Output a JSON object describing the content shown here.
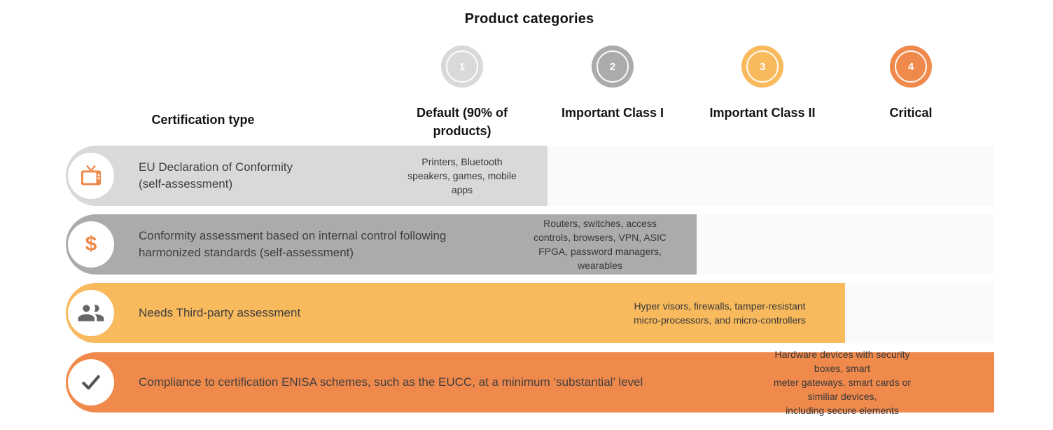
{
  "title": "Product categories",
  "header": {
    "certification_type": "Certification type",
    "categories": [
      {
        "number": "1",
        "label": "Default (90% of\nproducts)",
        "color": "#D9D9D9"
      },
      {
        "number": "2",
        "label": "Important Class I",
        "color": "#ABABAB"
      },
      {
        "number": "3",
        "label": "Important Class II",
        "color": "#F8BA5D"
      },
      {
        "number": "4",
        "label": "Critical",
        "color": "#F08A4C"
      }
    ]
  },
  "rows": [
    {
      "icon": "tv-icon",
      "label": "EU Declaration of Conformity\n(self-assessment)",
      "products": "Printers, Bluetooth\nspeakers, games, mobile\napps",
      "color": "#D9D9D9",
      "categories_covered": "1"
    },
    {
      "icon": "dollar-icon",
      "label": "Conformity assessment based on internal control following\nharmonized standards (self-assessment)",
      "products": "Routers, switches, access\ncontrols, browsers, VPN, ASIC\nFPGA, password managers,\nwearables",
      "color": "#ABABAB",
      "categories_covered": "1-2"
    },
    {
      "icon": "people-icon",
      "label": "Needs Third-party assessment",
      "products": "Hyper visors, firewalls, tamper-resistant\nmicro-processors, and micro-controllers",
      "color": "#F8BA5D",
      "categories_covered": "1-3"
    },
    {
      "icon": "check-icon",
      "label": "Compliance to certification ENISA schemes, such as the EUCC, at a minimum ‘substantial’ level",
      "products": "Hardware devices with security boxes, smart\nmeter gateways, smart cards or similiar devices,\nincluding secure elements",
      "color": "#F08A4C",
      "categories_covered": "1-4"
    }
  ],
  "icons": {
    "dollar_glyph": "$"
  },
  "colors": {
    "category_1": "#D9D9D9",
    "category_2": "#ABABAB",
    "category_3": "#F8BA5D",
    "category_4": "#F08A4C",
    "icon_orange": "#F08A4C",
    "icon_gray": "#666666",
    "row_track": "#FAFAFA",
    "heading_text": "#141414",
    "row_text": "#3F3F3F"
  }
}
